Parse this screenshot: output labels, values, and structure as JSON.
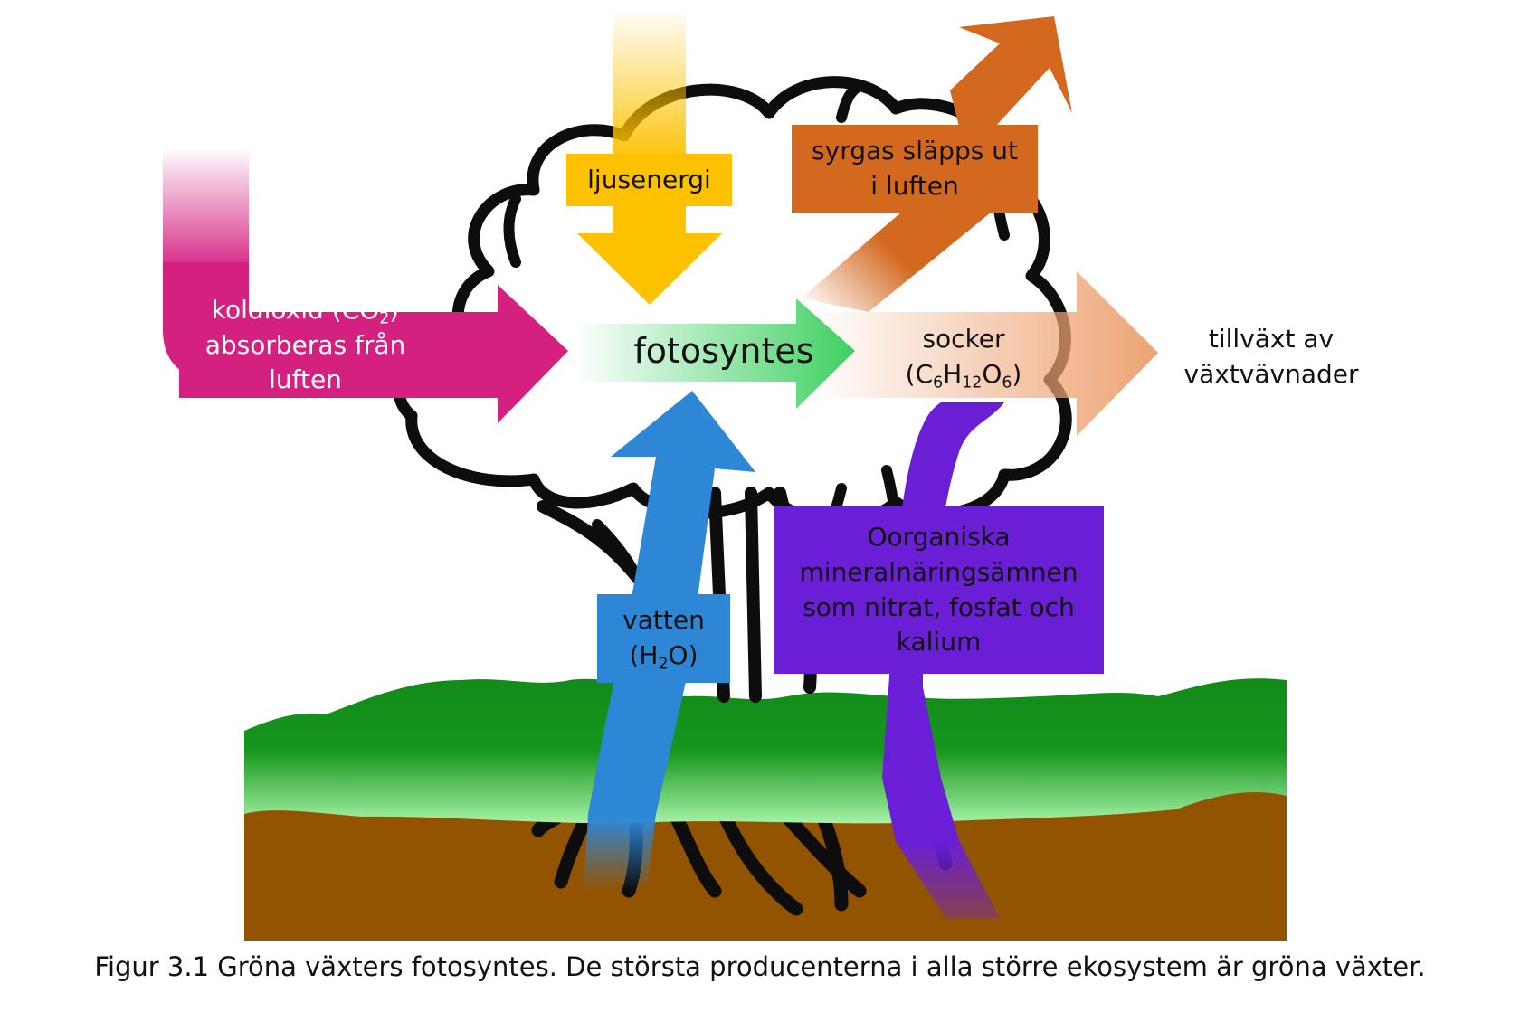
{
  "colors": {
    "co2": "#d4207f",
    "light": "#fdc100",
    "oxygen": "#d3691f",
    "photosynthesis": "#3fd062",
    "sugar": "#eda374",
    "water": "#2e86d6",
    "minerals": "#6a1ed6",
    "grass": "#138a1a",
    "grass_light": "#a6f2a6",
    "soil": "#935401",
    "outline": "#0d0d0d"
  },
  "labels": {
    "co2": {
      "line1_pre": "koldioxid (CO",
      "line1_sub": "2",
      "line1_post": ")",
      "line2": "absorberas från",
      "line3": "luften"
    },
    "light": {
      "text": "ljusenergi"
    },
    "oxygen": {
      "line1": "syrgas släpps ut",
      "line2": "i luften"
    },
    "photosynthesis": {
      "text": "fotosyntes"
    },
    "sugar": {
      "line1": "socker",
      "l2_a": "(C",
      "l2_s1": "6",
      "l2_b": "H",
      "l2_s2": "12",
      "l2_c": "O",
      "l2_s3": "6",
      "l2_d": ")"
    },
    "growth": {
      "line1": "tillväxt av",
      "line2": "växtvävnader"
    },
    "water": {
      "line1": "vatten",
      "l2_a": "(H",
      "l2_s": "2",
      "l2_b": "O)"
    },
    "minerals": {
      "line1": "Oorganiska",
      "line2": "mineralnäringsämnen",
      "line3": "som nitrat, fosfat och",
      "line4": "kalium"
    }
  },
  "caption": "Figur 3.1 Gröna växters fotosyntes. De största producenterna i alla större ekosystem är gröna växter."
}
